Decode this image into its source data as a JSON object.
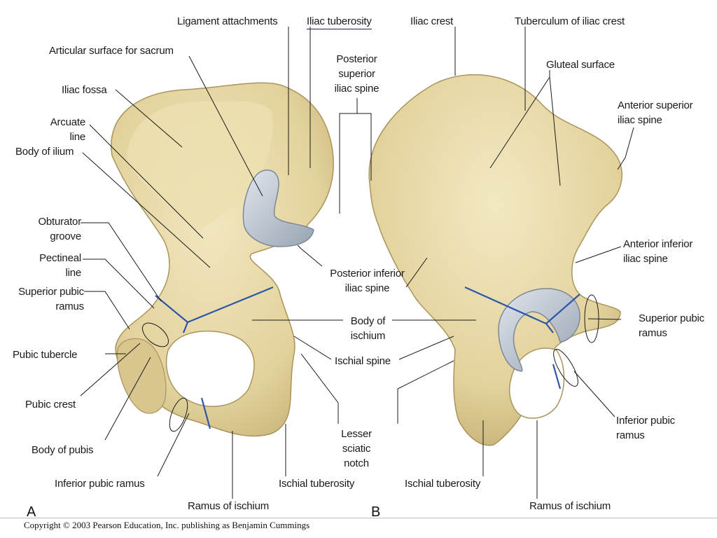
{
  "labels": {
    "ligament_attachments": "Ligament attachments",
    "iliac_tuberosity": "Iliac tuberosity",
    "iliac_crest": "Iliac crest",
    "tuberculum_iliac_crest": "Tuberculum of iliac crest",
    "articular_surface_sacrum": "Articular surface for sacrum",
    "posterior_superior_iliac_spine": "Posterior\nsuperior\niliac spine",
    "gluteal_surface": "Gluteal surface",
    "iliac_fossa": "Iliac fossa",
    "anterior_superior_iliac_spine": "Anterior superior\niliac spine",
    "arcuate_line": "Arcuate\nline",
    "body_of_ilium": "Body of ilium",
    "obturator_groove": "Obturator\ngroove",
    "anterior_inferior_iliac_spine": "Anterior inferior\niliac spine",
    "pectineal_line": "Pectineal\nline",
    "posterior_inferior_iliac_spine": "Posterior inferior\niliac spine",
    "superior_pubic_ramus_a": "Superior pubic\nramus",
    "body_of_ischium": "Body of\nischium",
    "superior_pubic_ramus_b": "Superior pubic\nramus",
    "pubic_tubercle": "Pubic tubercle",
    "ischial_spine": "Ischial spine",
    "pubic_crest": "Pubic crest",
    "lesser_sciatic_notch": "Lesser sciatic\nnotch",
    "inferior_pubic_ramus_b": "Inferior pubic\nramus",
    "body_of_pubis": "Body of pubis",
    "inferior_pubic_ramus_a": "Inferior pubic ramus",
    "ischial_tuberosity_a": "Ischial tuberosity",
    "ischial_tuberosity_b": "Ischial tuberosity",
    "ramus_of_ischium_a": "Ramus of ischium",
    "ramus_of_ischium_b": "Ramus of ischium"
  },
  "panels": {
    "a": "A",
    "b": "B"
  },
  "copyright": "Copyright © 2003 Pearson Education, Inc. publishing as Benjamin Cummings",
  "colors": {
    "bone": "#e6d7a6",
    "bone_shadow": "#c9b57d",
    "cartilage": "#b9c3cf",
    "divider": "#2d55a8",
    "leader": "#1a1a1a"
  }
}
